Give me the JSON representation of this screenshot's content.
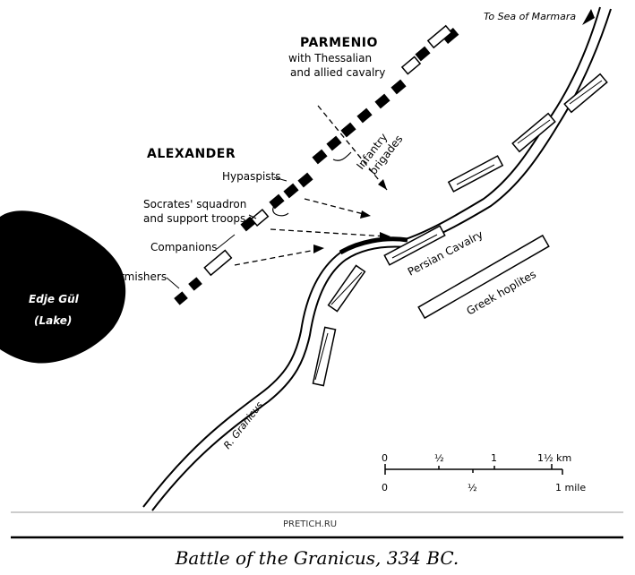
{
  "labels": {
    "sea": "To Sea of Marmara",
    "parmenio": "PARMENIO",
    "parmenio_sub1": "with Thessalian",
    "parmenio_sub2": "and allied cavalry",
    "alexander": "ALEXANDER",
    "hypaspists": "Hypaspists",
    "socrates1": "Socrates' squadron",
    "socrates2": "and support troops",
    "companions": "Companions",
    "skirmishers": "Skirmishers",
    "infantry1": "Infantry",
    "infantry2": "brigades",
    "persian_cavalry": "Persian Cavalry",
    "greek_hoplites": "Greek hoplites",
    "river": "R. Granicus",
    "lake1": "Edje Gül",
    "lake2": "(Lake)"
  },
  "scale": {
    "km_ticks": [
      "0",
      "½",
      "1",
      "1½ km"
    ],
    "mile_ticks": [
      "0",
      "½",
      "1 mile"
    ]
  },
  "credit": "PRETICH.RU",
  "caption": "Battle of the Granicus, 334 BC."
}
